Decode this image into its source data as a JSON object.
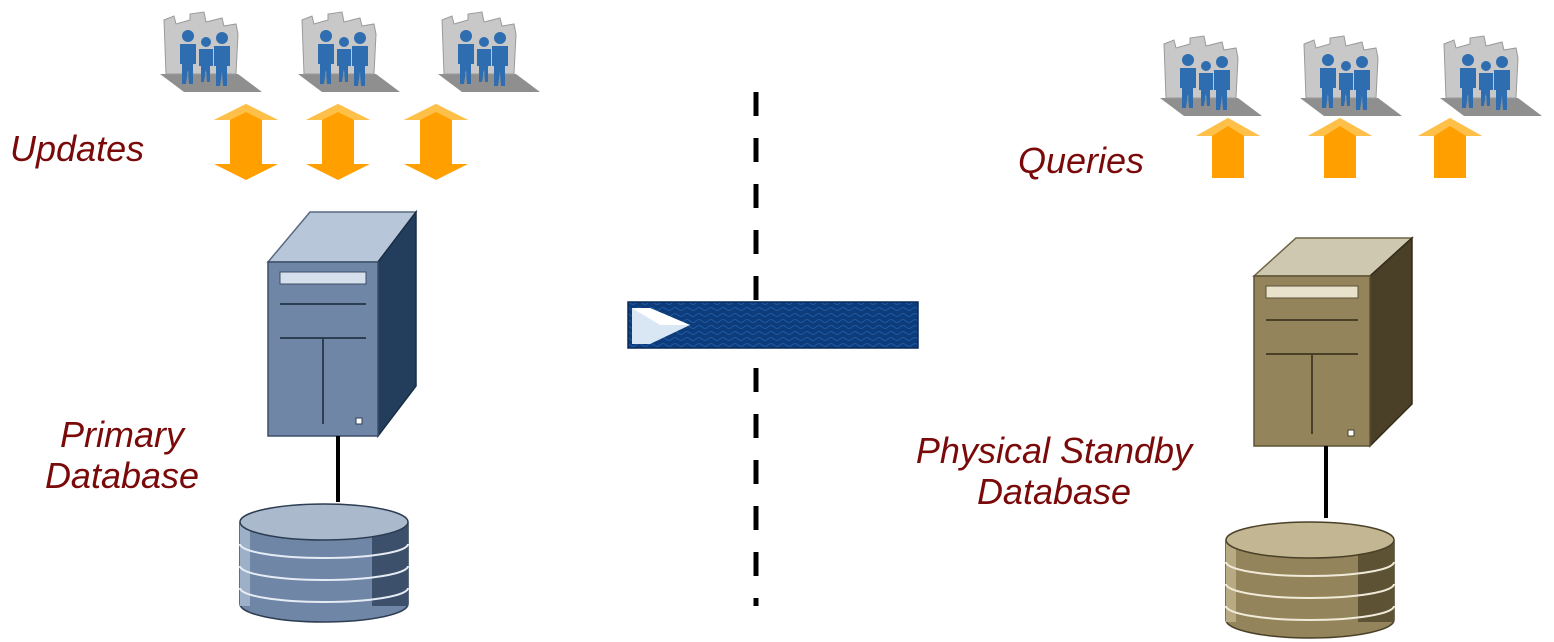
{
  "labels": {
    "updates": "Updates",
    "queries": "Queries",
    "primary_line1": "Primary",
    "primary_line2": "Database",
    "standby_line1": "Physical Standby",
    "standby_line2": "Database"
  },
  "colors": {
    "label_text": "#7a0a0a",
    "arrow_orange": "#ff9f00",
    "primary_server": "#6f86a6",
    "standby_server": "#94845c",
    "transport_bar": "#0e3b7a",
    "divider": "#000000"
  },
  "icons": {
    "user_group": "user-group-icon",
    "server": "server-icon",
    "disk": "database-disk-icon",
    "transport": "redo-transport-arrow-icon"
  }
}
